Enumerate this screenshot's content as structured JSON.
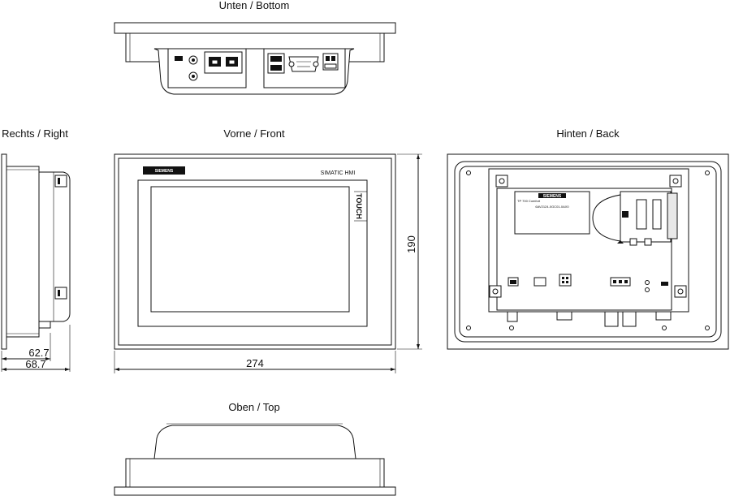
{
  "views": {
    "bottom": {
      "title": "Unten / Bottom"
    },
    "right": {
      "title": "Rechts / Right"
    },
    "front": {
      "title": "Vorne / Front"
    },
    "back": {
      "title": "Hinten / Back"
    },
    "top": {
      "title": "Oben / Top"
    }
  },
  "dimensions": {
    "depth_small": "62.7",
    "depth_large": "68.7",
    "width": "274",
    "height": "190"
  },
  "front_panel": {
    "brand": "SIEMENS",
    "product": "SIMATIC HMI",
    "touch_label": "TOUCH"
  },
  "back_label": {
    "brand": "SIEMENS",
    "model": "TP 700 Comfort",
    "order_number": "6AV2124-0GC01-0AX0"
  },
  "colors": {
    "line": "#111111",
    "fill": "#e8e8e8",
    "background": "#ffffff"
  }
}
